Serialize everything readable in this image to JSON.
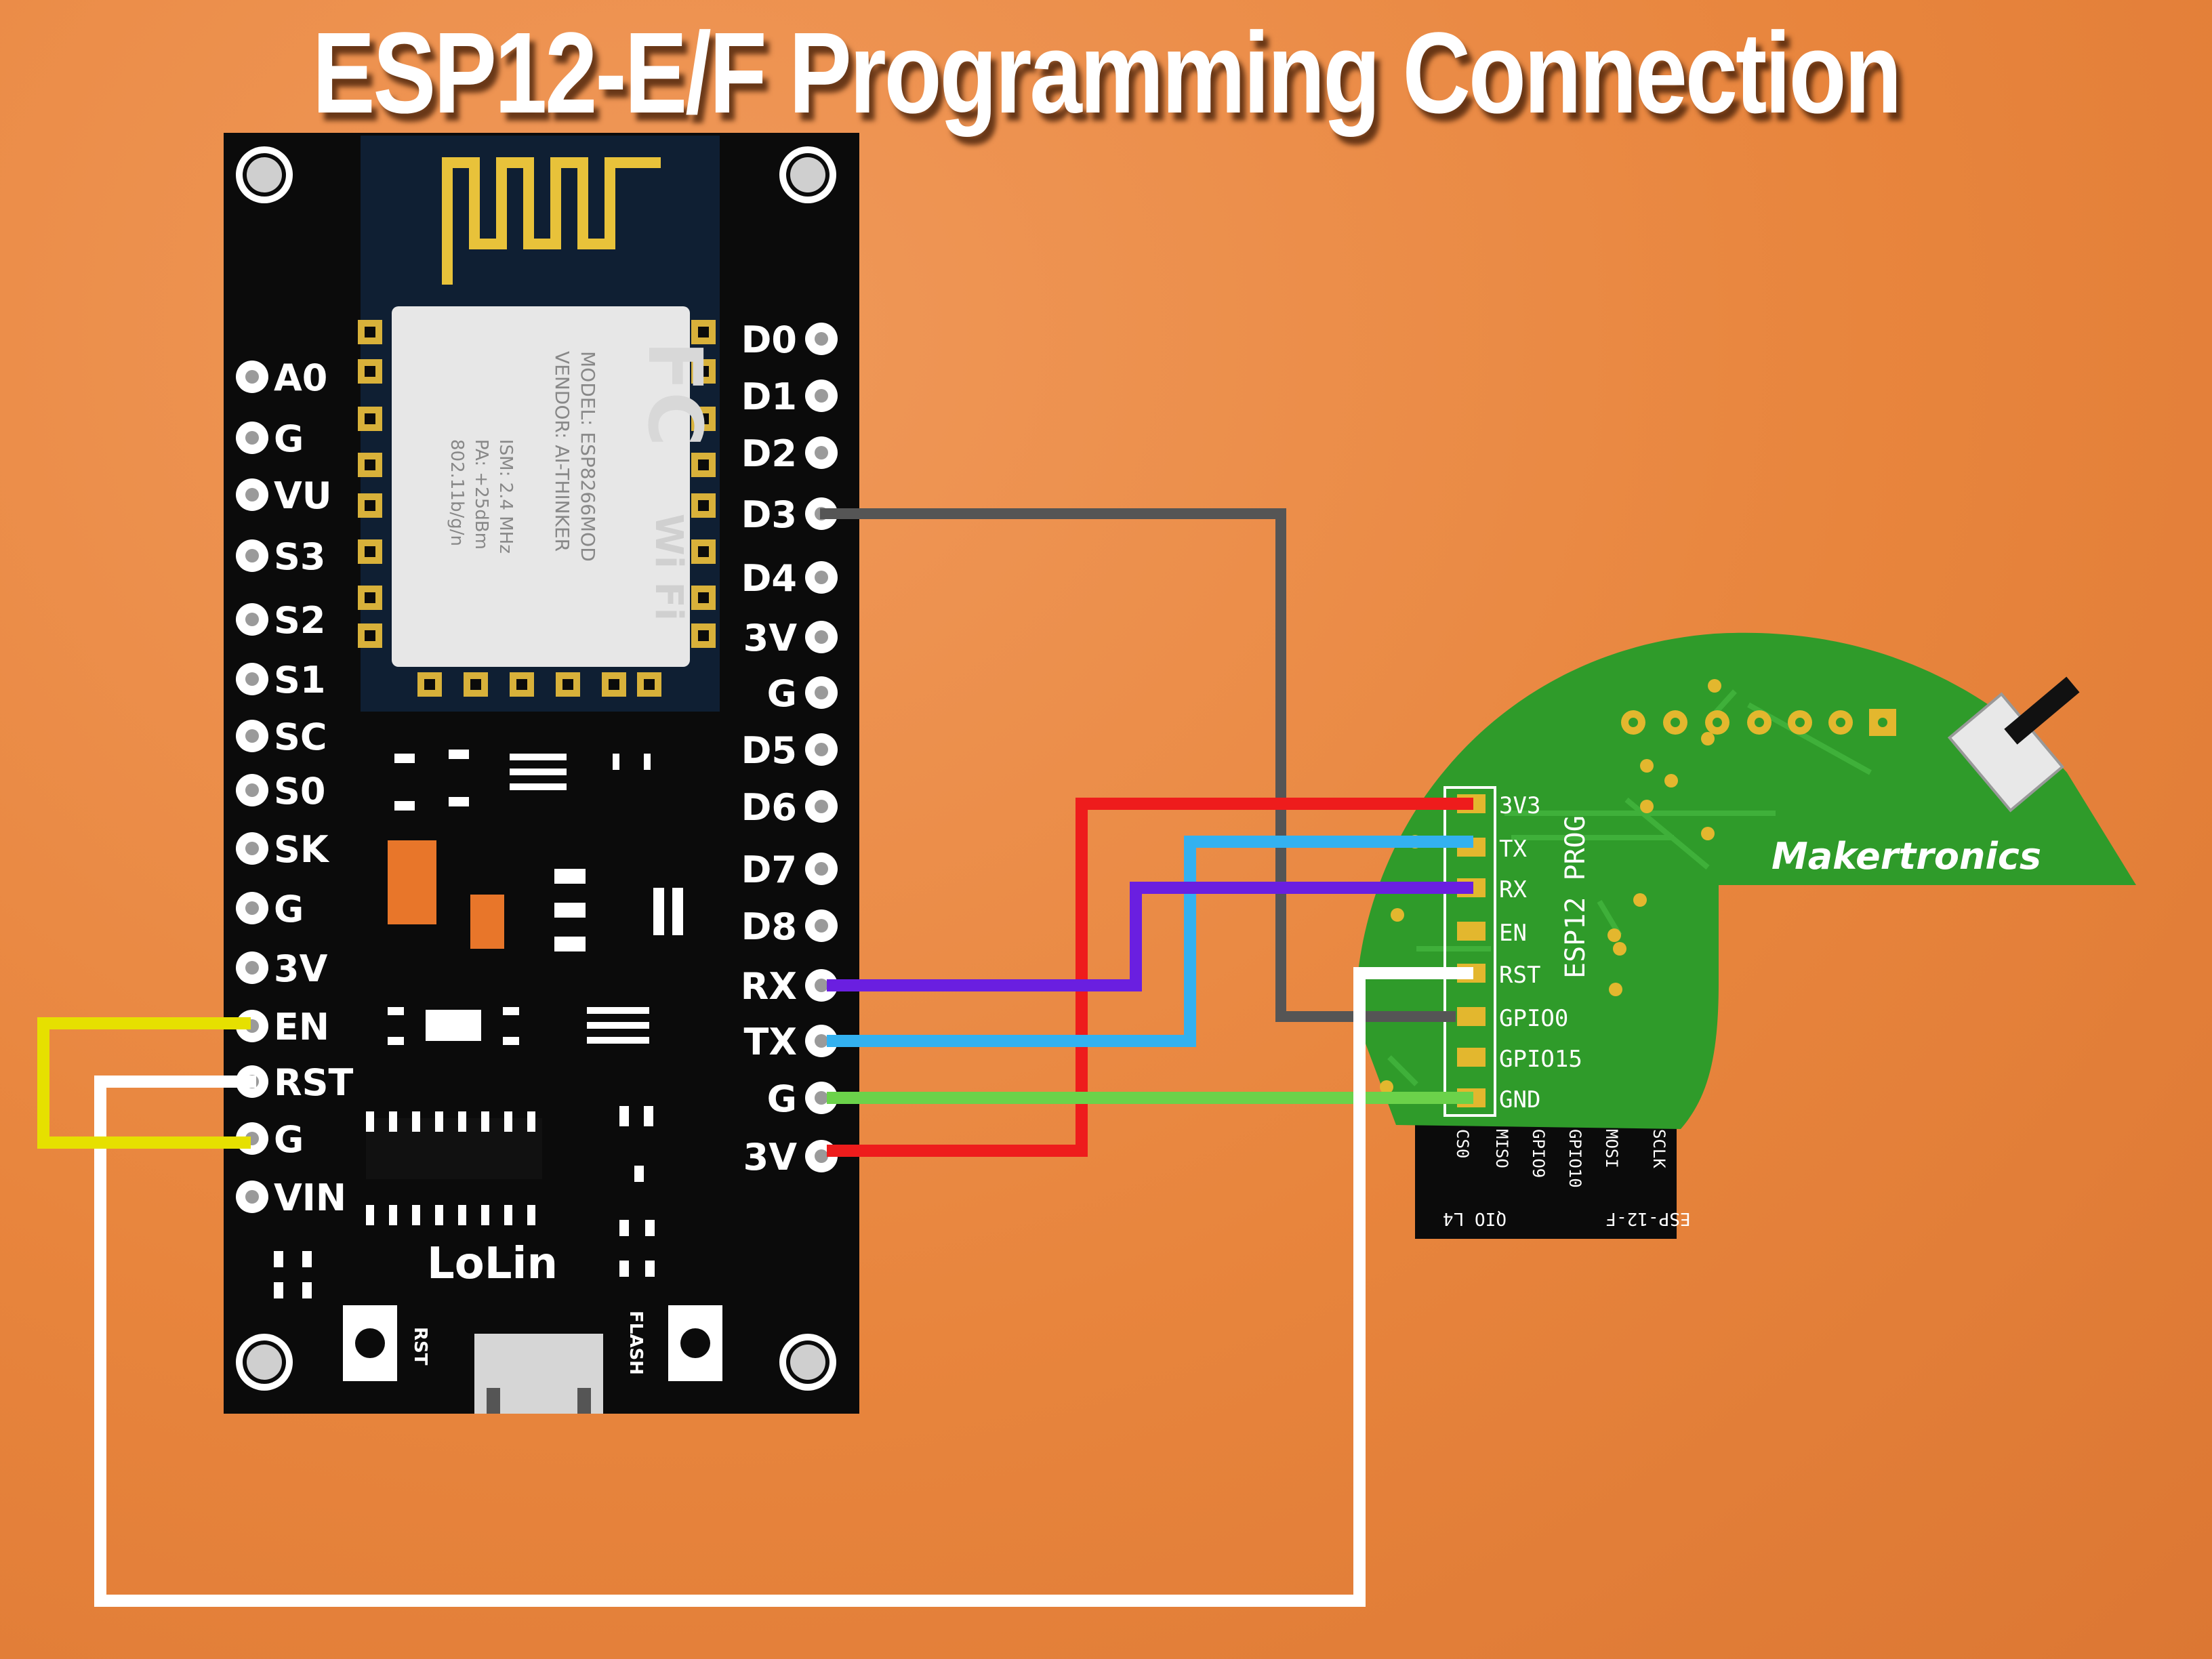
{
  "title": "ESP12-E/F Programming Connection",
  "board": {
    "name": "LoLin",
    "left_pins": [
      "A0",
      "G",
      "VU",
      "S3",
      "S2",
      "S1",
      "SC",
      "S0",
      "SK",
      "G",
      "3V",
      "EN",
      "RST",
      "G",
      "VIN"
    ],
    "right_pins": [
      "D0",
      "D1",
      "D2",
      "D3",
      "D4",
      "3V",
      "G",
      "D5",
      "D6",
      "D7",
      "D8",
      "RX",
      "TX",
      "G",
      "3V"
    ],
    "button_rst": "RST",
    "button_flash": "FLASH",
    "module_model": "MODEL: ESP8266MOD",
    "module_vendor": "VENDOR: AI-THINKER",
    "module_ism": "ISM: 2.4 MHz",
    "module_pa": "PA: +25dBm",
    "module_std": "802.11b/g/n",
    "fcc": "FC",
    "wifi": "Wi Fi"
  },
  "programmer": {
    "brand": "Makertronics",
    "label": "ESP12 PROG",
    "pins": [
      "3V3",
      "TX",
      "RX",
      "EN",
      "RST",
      "GPIO0",
      "GPIO15",
      "GND"
    ],
    "module_pins": [
      "CS0",
      "MISO",
      "GPIO9",
      "GPIO10",
      "MOSI",
      "SCLK"
    ],
    "module_footer": [
      "QIO L4",
      "ESP-12-F"
    ]
  },
  "wires": [
    {
      "from": "D3",
      "to": "GPIO0",
      "color": "#555555"
    },
    {
      "from": "3V",
      "to": "3V3",
      "color": "#ee1c1c"
    },
    {
      "from": "TX",
      "to": "TX",
      "color": "#33b1f0"
    },
    {
      "from": "RX",
      "to": "RX",
      "color": "#6a1fe0"
    },
    {
      "from": "G",
      "to": "GND",
      "color": "#6bd24a"
    },
    {
      "from": "RST",
      "to": "RST",
      "color": "#ffffff"
    },
    {
      "from": "EN",
      "to": "G",
      "color": "#e6e000"
    }
  ]
}
